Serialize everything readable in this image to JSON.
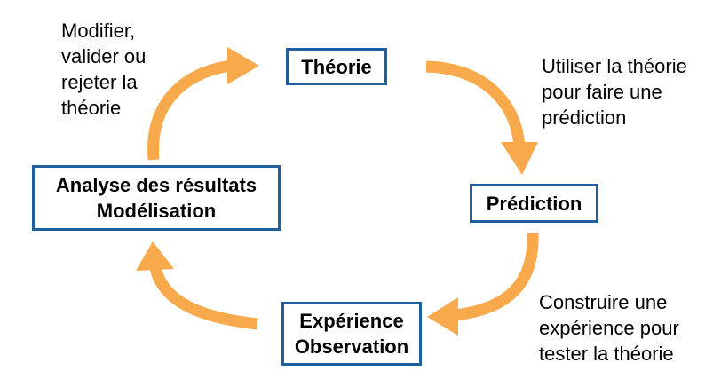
{
  "diagram": {
    "nodes": {
      "theorie": {
        "lines": [
          "Théorie"
        ]
      },
      "prediction": {
        "lines": [
          "Prédiction"
        ]
      },
      "experience": {
        "lines": [
          "Expérience",
          "Observation"
        ]
      },
      "analyse": {
        "lines": [
          "Analyse des résultats",
          "Modélisation"
        ]
      }
    },
    "annotations": {
      "top_left": [
        "Modifier,",
        "valider ou",
        "rejeter la",
        "théorie"
      ],
      "top_right": [
        "Utiliser la théorie",
        "pour faire une",
        "prédiction"
      ],
      "bottom_right": [
        "Construire une",
        "expérience pour",
        "tester la théorie"
      ]
    },
    "colors": {
      "arrow": "#f7a94b",
      "box_border": "#1f5fa0",
      "text": "#000000"
    }
  }
}
